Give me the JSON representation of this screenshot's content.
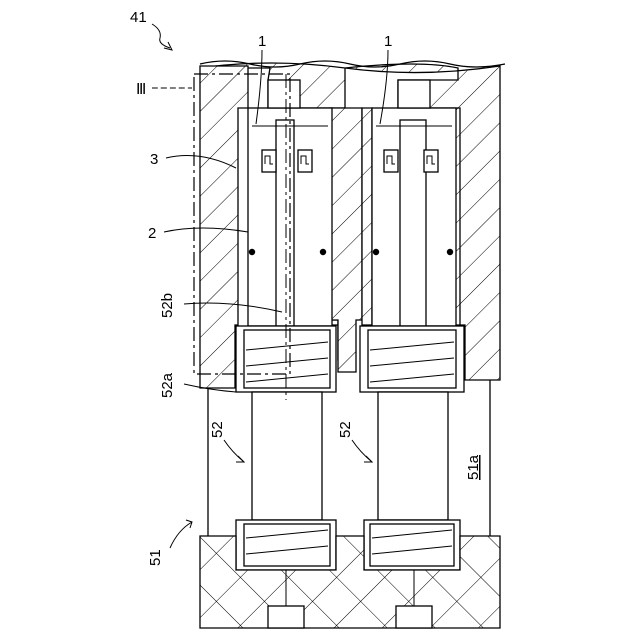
{
  "labels": {
    "fig_ref": "41",
    "section_mark": "Ⅲ",
    "housing": "3",
    "seal": "2",
    "stem": "52b",
    "spring_head": "52a",
    "spring_left": "52",
    "spring_right": "52",
    "base": "51",
    "chamber": "51a",
    "plunger_left": "1",
    "plunger_right": "1"
  },
  "colors": {
    "line": "#000000",
    "background": "#ffffff"
  }
}
